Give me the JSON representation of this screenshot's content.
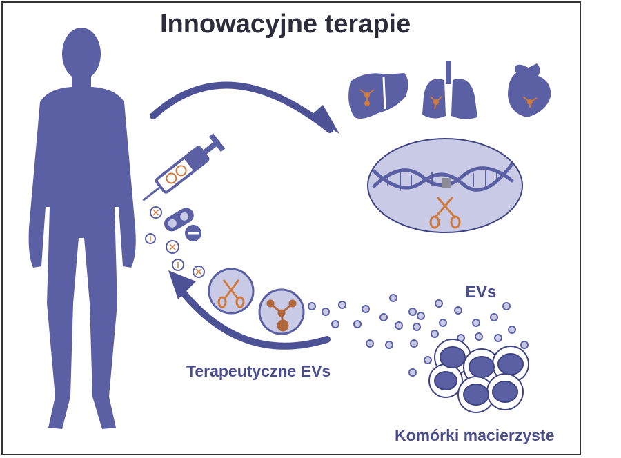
{
  "title": "Innowacyjne terapie",
  "labels": {
    "evs": "EVs",
    "therapeutic_evs": "Terapeutyczne EVs",
    "stem_cells": "Komórki macierzyste"
  },
  "colors": {
    "primary": "#5b5fa3",
    "primary_dark": "#3f4380",
    "light_fill": "#c9cbe6",
    "cargo_orange": "#cf7a3c",
    "cargo_brown": "#b0653a",
    "border": "#333333"
  },
  "icons": [
    "human-silhouette-icon",
    "liver-icon",
    "lungs-icon",
    "heart-icon",
    "dna-icon",
    "scissors-icon",
    "syringe-icon",
    "pills-icon",
    "stem-cell-icon"
  ]
}
